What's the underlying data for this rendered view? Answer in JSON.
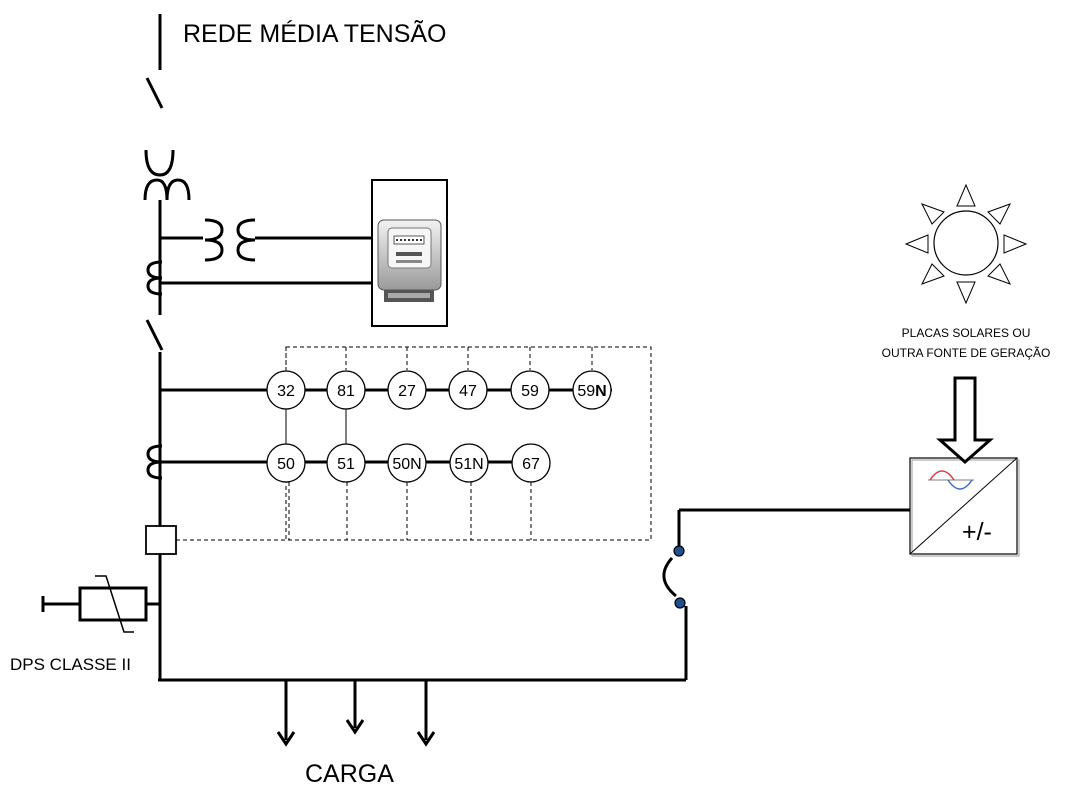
{
  "labels": {
    "grid": "REDE MÉDIA TENSÃO",
    "solar_line1": "PLACAS SOLARES OU",
    "solar_line2": "OUTRA FONTE DE GERAÇÃO",
    "dps": "DPS CLASSE II",
    "load": "CARGA",
    "inverter_sign": "+/-"
  },
  "relays": {
    "voltage_row": [
      "32",
      "81",
      "27",
      "47",
      "59",
      "59"
    ],
    "voltage_row_suffix": "N",
    "current_row": [
      "50",
      "51",
      "50N",
      "51N",
      "67"
    ]
  },
  "colors": {
    "sine_red": "#e04040",
    "sine_blue": "#3a6fd8",
    "breaker_contact": "#1f4f8f",
    "meter_body": "#d8d8d8"
  },
  "icons": {
    "sun": "sun-icon",
    "meter": "energy-meter-icon",
    "inverter": "inverter-icon"
  }
}
